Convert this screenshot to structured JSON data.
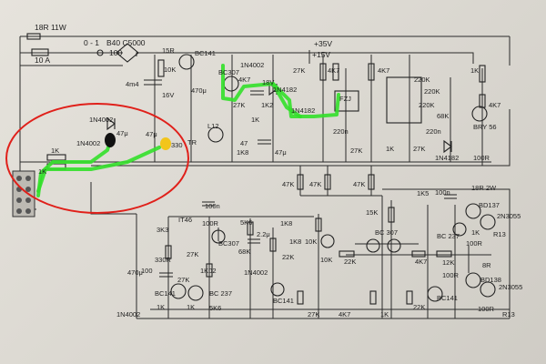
{
  "colors": {
    "paper": "#e2dfd8",
    "ink": "#222222",
    "highlight_path": "#33e02a",
    "annotation_circle": "#e0201a",
    "marker_black": "#111111",
    "marker_yellow": "#f2c51a"
  },
  "header": {
    "fuse_rating": "18R 11W",
    "switch_label": "0 - 1",
    "fuse_10a": "10 A",
    "bridge": "B40 C5000",
    "bridge_num": "100",
    "supply_pos35": "+35V",
    "supply_pos15": "+15V"
  },
  "labels": [
    {
      "id": "r10k_top",
      "text": "10K"
    },
    {
      "id": "d15r",
      "text": "15R"
    },
    {
      "id": "c4m4",
      "text": "4m4"
    },
    {
      "id": "v16",
      "text": "16V"
    },
    {
      "id": "bc141a",
      "text": "BC141"
    },
    {
      "id": "c470u",
      "text": "470μ"
    },
    {
      "id": "bc307a",
      "text": "BC307"
    },
    {
      "id": "n4002a",
      "text": "1N4002"
    },
    {
      "id": "r27k_a",
      "text": "27K"
    },
    {
      "id": "r4k7_a",
      "text": "4K7"
    },
    {
      "id": "v18",
      "text": "18V"
    },
    {
      "id": "n4182a",
      "text": "1N4182"
    },
    {
      "id": "r1k2",
      "text": "1K2"
    },
    {
      "id": "r4k7_b",
      "text": "4K7"
    },
    {
      "id": "r4k7_c",
      "text": "4K7"
    },
    {
      "id": "r220k_a",
      "text": "220K"
    },
    {
      "id": "r220k_b",
      "text": "220K"
    },
    {
      "id": "r220k_c",
      "text": "220K"
    },
    {
      "id": "r1k_tr",
      "text": "1K"
    },
    {
      "id": "r4k7_tr",
      "text": "4K7"
    },
    {
      "id": "r68k",
      "text": "68K"
    },
    {
      "id": "bry56",
      "text": "BRY 56"
    },
    {
      "id": "fzj",
      "text": "FZJ"
    },
    {
      "id": "n4002_l",
      "text": "1N4002"
    },
    {
      "id": "n4002_l2",
      "text": "1N4002"
    },
    {
      "id": "r1k_l",
      "text": "1K"
    },
    {
      "id": "r1k_l2",
      "text": "1K"
    },
    {
      "id": "c47u_l",
      "text": "47μ"
    },
    {
      "id": "c47u_m",
      "text": "47μ"
    },
    {
      "id": "c330",
      "text": "330"
    },
    {
      "id": "tr",
      "text": "TR"
    },
    {
      "id": "l12",
      "text": "L12"
    },
    {
      "id": "r47_m",
      "text": "47"
    },
    {
      "id": "r1k8_m",
      "text": "1K8"
    },
    {
      "id": "r27k_m",
      "text": "27K"
    },
    {
      "id": "r1k_m",
      "text": "1K"
    },
    {
      "id": "c47u_r",
      "text": "47μ"
    },
    {
      "id": "n4182b",
      "text": "1N4182"
    },
    {
      "id": "c220n_a",
      "text": "220n"
    },
    {
      "id": "c220n_b",
      "text": "220n"
    },
    {
      "id": "r27k_r",
      "text": "27K"
    },
    {
      "id": "r1k_r",
      "text": "1K"
    },
    {
      "id": "r27k_r2",
      "text": "27K"
    },
    {
      "id": "n4182c",
      "text": "1N4182"
    },
    {
      "id": "r100r_r",
      "text": "100R"
    },
    {
      "id": "r47k_a",
      "text": "47K"
    },
    {
      "id": "r47k_b",
      "text": "47K"
    },
    {
      "id": "r47k_c",
      "text": "47K"
    },
    {
      "id": "r1k5",
      "text": "1K5"
    },
    {
      "id": "c100n_r",
      "text": "100n"
    },
    {
      "id": "r18r2w",
      "text": "18R\n2W"
    },
    {
      "id": "bd137",
      "text": "BD137"
    },
    {
      "id": "bc237_r",
      "text": "BC 237"
    },
    {
      "id": "n3055a",
      "text": "2N3055"
    },
    {
      "id": "r13a",
      "text": "R13"
    },
    {
      "id": "r1k_r3",
      "text": "1K"
    },
    {
      "id": "r100r_r2",
      "text": "100R"
    },
    {
      "id": "r15k",
      "text": "15K"
    },
    {
      "id": "r10k_m",
      "text": "10K"
    },
    {
      "id": "bc307b",
      "text": "BC 307"
    },
    {
      "id": "r22k_a",
      "text": "22K"
    },
    {
      "id": "r4k7_d",
      "text": "4K7"
    },
    {
      "id": "r12k",
      "text": "12K"
    },
    {
      "id": "r8r",
      "text": "8R"
    },
    {
      "id": "r100r_b",
      "text": "100R"
    },
    {
      "id": "bd138",
      "text": "BD138"
    },
    {
      "id": "n3055b",
      "text": "2N3055"
    },
    {
      "id": "bc141b",
      "text": "BC141"
    },
    {
      "id": "r100r_c",
      "text": "100R"
    },
    {
      "id": "r13b",
      "text": "R13"
    },
    {
      "id": "r27k_b2",
      "text": "27K"
    },
    {
      "id": "r4k7_e",
      "text": "4K7"
    },
    {
      "id": "r1k_b",
      "text": "1K"
    },
    {
      "id": "r22k_b",
      "text": "22K"
    },
    {
      "id": "c100n_l",
      "text": "100n"
    },
    {
      "id": "it46",
      "text": "IT46"
    },
    {
      "id": "r3k3",
      "text": "3K3"
    },
    {
      "id": "r100r_l",
      "text": "100R"
    },
    {
      "id": "bc307c",
      "text": "BC307"
    },
    {
      "id": "r5k6",
      "text": "5K6"
    },
    {
      "id": "c2u2",
      "text": "2.2μ"
    },
    {
      "id": "r1k8_b",
      "text": "1K8"
    },
    {
      "id": "r330r",
      "text": "330R"
    },
    {
      "id": "r27k_l",
      "text": "27K"
    },
    {
      "id": "r68k_b",
      "text": "68K"
    },
    {
      "id": "n4002b",
      "text": "1N4002"
    },
    {
      "id": "r22k_c",
      "text": "22K"
    },
    {
      "id": "r1k8_c",
      "text": "1K8"
    },
    {
      "id": "c470u_b",
      "text": "470μ"
    },
    {
      "id": "bc141c",
      "text": "BC141"
    },
    {
      "id": "bc237_b",
      "text": "BC 237"
    },
    {
      "id": "r1k02",
      "text": "1K02"
    },
    {
      "id": "r1k_bb",
      "text": "1K"
    },
    {
      "id": "r5k6_b",
      "text": "5K6"
    },
    {
      "id": "n4002c",
      "text": "1N4002"
    },
    {
      "id": "bc141d",
      "text": "BC141"
    },
    {
      "id": "r10k_b",
      "text": "10K"
    },
    {
      "id": "r27k_b3",
      "text": "27K"
    },
    {
      "id": "r1k_b4",
      "text": "1K"
    },
    {
      "id": "r100_x",
      "text": "100"
    }
  ]
}
